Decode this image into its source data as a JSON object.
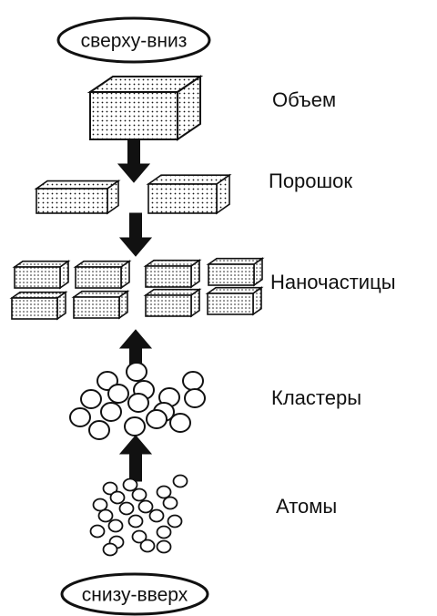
{
  "top_oval": {
    "text": "сверху-вниз"
  },
  "bottom_oval": {
    "text": "снизу-вверх"
  },
  "levels": [
    {
      "label": "Объем"
    },
    {
      "label": "Порошок"
    },
    {
      "label": "Наночастицы"
    },
    {
      "label": "Кластеры"
    },
    {
      "label": "Атомы"
    }
  ],
  "colors": {
    "ink": "#111111",
    "background": "#ffffff",
    "box_face": "#ffffff"
  },
  "arrows": [
    {
      "direction": "down",
      "between": [
        "Объем",
        "Порошок"
      ]
    },
    {
      "direction": "down",
      "between": [
        "Порошок",
        "Наночастицы"
      ]
    },
    {
      "direction": "up",
      "between": [
        "Кластеры",
        "Наночастицы"
      ]
    },
    {
      "direction": "up",
      "between": [
        "Атомы",
        "Кластеры"
      ]
    }
  ]
}
